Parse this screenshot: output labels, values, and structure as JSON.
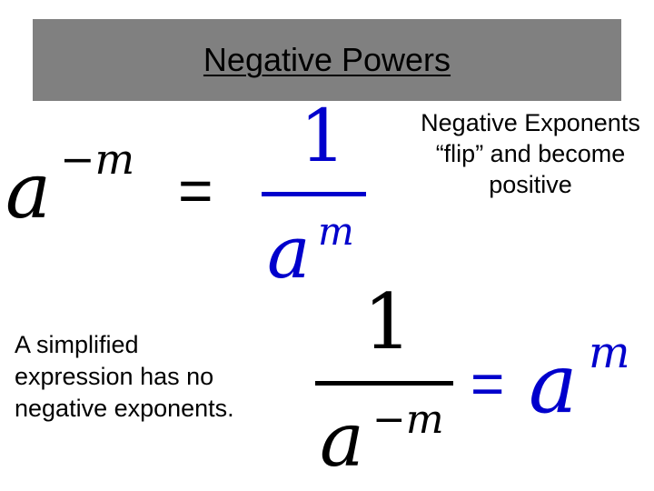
{
  "slide": {
    "title": "Negative Powers",
    "right_note": "Negative Exponents “flip” and become positive",
    "left_note": "A simplified expression has no negative exponents.",
    "formula1": {
      "lhs_base": "a",
      "lhs_exponent": "−m",
      "equals": "=",
      "numerator": "1",
      "den_base": "a",
      "den_exponent": "m"
    },
    "formula2": {
      "numerator": "1",
      "den_base": "a",
      "den_exponent": "−m",
      "equals": "=",
      "rhs_base": "a",
      "rhs_exponent": "m"
    },
    "colors": {
      "title_bar": "#808080",
      "black_math": "#000000",
      "blue_math": "#0000cc"
    }
  }
}
